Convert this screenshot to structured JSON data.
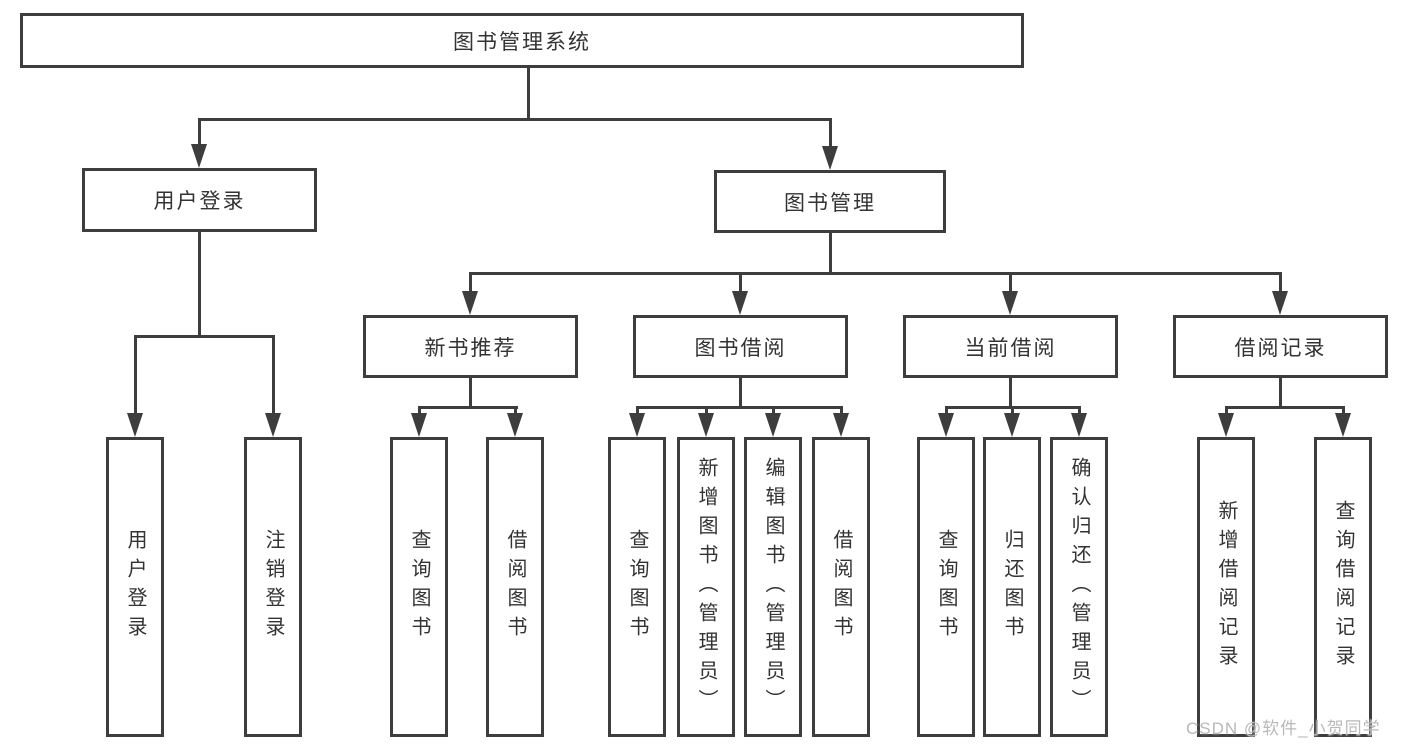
{
  "tree": {
    "root": {
      "label": "图书管理系统"
    },
    "branches": [
      {
        "label": "用户登录",
        "children": [
          {
            "label": "用户登录"
          },
          {
            "label": "注销登录"
          }
        ]
      },
      {
        "label": "图书管理",
        "children": [
          {
            "label": "新书推荐",
            "children": [
              {
                "label": "查询图书"
              },
              {
                "label": "借阅图书"
              }
            ]
          },
          {
            "label": "图书借阅",
            "children": [
              {
                "label": "查询图书"
              },
              {
                "label": "新增图书（管理员）"
              },
              {
                "label": "编辑图书（管理员）"
              },
              {
                "label": "借阅图书"
              }
            ]
          },
          {
            "label": "当前借阅",
            "children": [
              {
                "label": "查询图书"
              },
              {
                "label": "归还图书"
              },
              {
                "label": "确认归还（管理员）"
              }
            ]
          },
          {
            "label": "借阅记录",
            "children": [
              {
                "label": "新增借阅记录"
              },
              {
                "label": "查询借阅记录"
              }
            ]
          }
        ]
      }
    ]
  },
  "watermark": {
    "text": "CSDN @软件_小贺同学"
  },
  "colors": {
    "line": "#3d3d3d",
    "text": "#333333",
    "background": "#ffffff",
    "watermark": "#b9b9b9"
  }
}
